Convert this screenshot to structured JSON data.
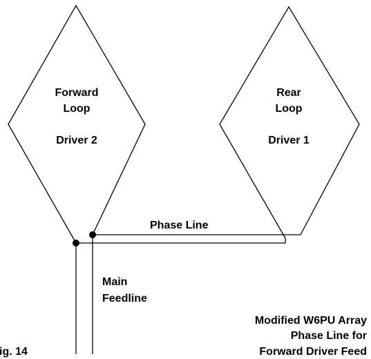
{
  "forward_loop": {
    "title_line1": "Forward",
    "title_line2": "Loop",
    "driver": "Driver 2"
  },
  "rear_loop": {
    "title_line1": "Rear",
    "title_line2": "Loop",
    "driver": "Driver 1"
  },
  "phase_line": {
    "label": "Phase Line"
  },
  "main_feedline": {
    "label_line1": "Main",
    "label_line2": "Feedline"
  },
  "caption": {
    "line1": "Modified W6PU Array",
    "line2": "Phase Line for",
    "line3": "Forward Driver Feed"
  },
  "figure_label": "ig. 14",
  "colors": {
    "line": "#000000",
    "background": "#ffffff"
  }
}
